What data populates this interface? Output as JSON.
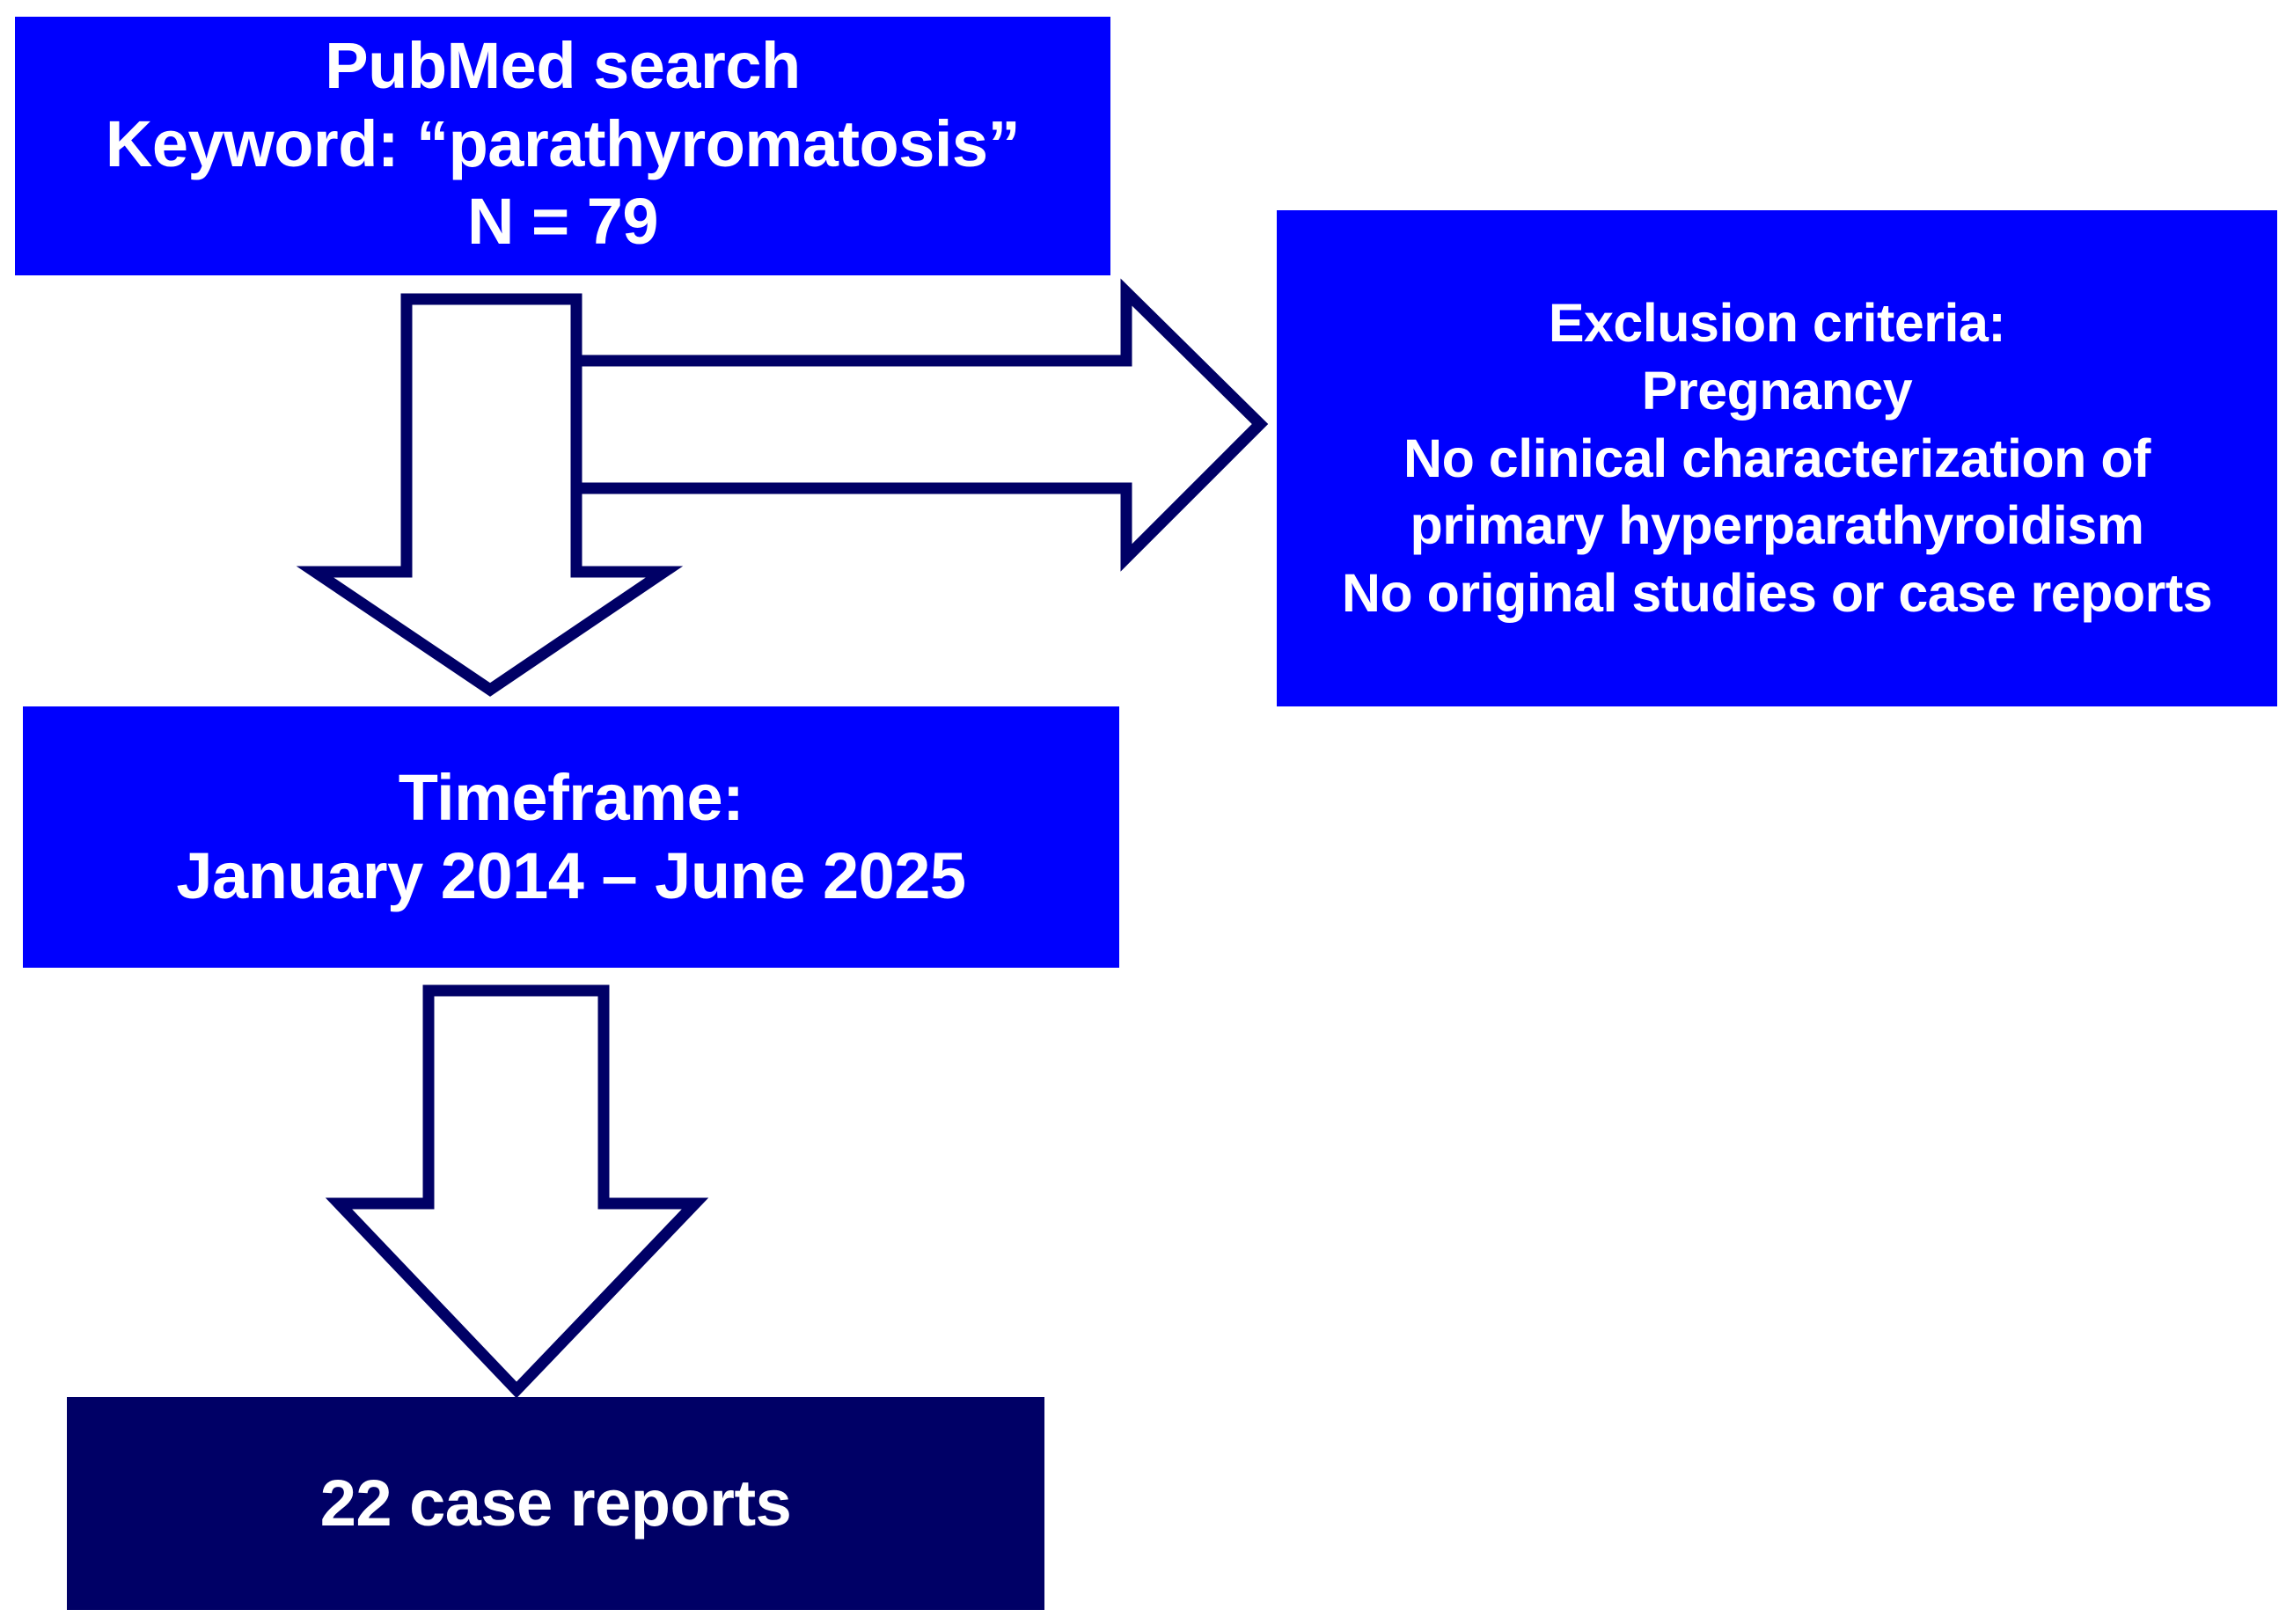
{
  "diagram": {
    "title": "Study selection flowchart",
    "colors": {
      "box_blue": "#0000FE",
      "box_navy": "#000066",
      "arrow_outline": "#000066",
      "arrow_fill": "#FFFFFF",
      "text": "#FFFFFF",
      "background": "#FFFFFF"
    },
    "nodes": {
      "pubmed": {
        "name": "PubMed search box",
        "lines": [
          "PubMed search",
          "Keyword: “parathyromatosis”",
          "N = 79"
        ],
        "count_label": "N = 79",
        "count": 79,
        "fill": "#0000FE"
      },
      "exclusion": {
        "name": "Exclusion criteria box",
        "lines": [
          "Exclusion criteria:",
          "Pregnancy",
          "No clinical characterization of",
          "primary hyperparathyroidism",
          "No original studies or case reports"
        ],
        "fill": "#0000FE"
      },
      "timeframe": {
        "name": "Timeframe box",
        "lines": [
          "Timeframe:",
          "January 2014 – June 2025"
        ],
        "range_start": "January 2014",
        "range_end": "June 2025",
        "fill": "#0000FE"
      },
      "result": {
        "name": "Included studies box",
        "lines": [
          "22 case reports"
        ],
        "count": 22,
        "fill": "#000066"
      }
    },
    "arrows": [
      {
        "id": "arrow-down-1",
        "name": "down-arrow-pubmed-to-timeframe",
        "direction": "down",
        "from": "pubmed",
        "to": "timeframe"
      },
      {
        "id": "arrow-right-1",
        "name": "right-arrow-pubmed-to-exclusion",
        "direction": "right",
        "from": "pubmed",
        "to": "exclusion"
      },
      {
        "id": "arrow-down-2",
        "name": "down-arrow-timeframe-to-result",
        "direction": "down",
        "from": "timeframe",
        "to": "result"
      }
    ]
  }
}
